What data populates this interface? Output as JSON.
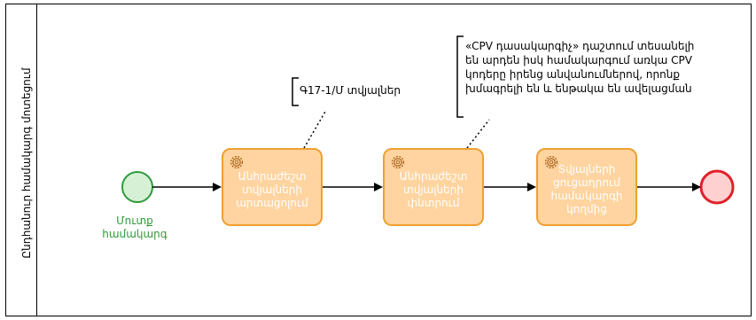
{
  "lane": {
    "label": "Ընդհանուր համակարգ մոտեցում"
  },
  "start_event": {
    "label": "Մուտք\nհամակարգ"
  },
  "tasks": [
    {
      "label": "Անհրաժեշտ\nտվյալների\nարտացոլում"
    },
    {
      "label": "Անհրաժեշտ\nտվյալների\nփնտրում"
    },
    {
      "label": "Տվյալների\nցուցադրում\nհամակարգի\nկողմից"
    }
  ],
  "annotations": [
    {
      "text": "Գ17-1/Մ տվյալներ"
    },
    {
      "text": "«CPV դասակարգիչ» դաշտում տեսանելի\nեն արդեն իսկ համակարգում առկա CPV\nկոդերը իրենց անվանումներով, որոնք\nխմագրելի են և ենթակա են ավելացման"
    }
  ],
  "colors": {
    "task_fill": "#ffd4a0",
    "task_border": "#f0a030",
    "start_fill": "#d5f0d5",
    "start_border": "#2e9a3a",
    "end_fill": "#ffd0d0",
    "end_border": "#e0202a"
  }
}
